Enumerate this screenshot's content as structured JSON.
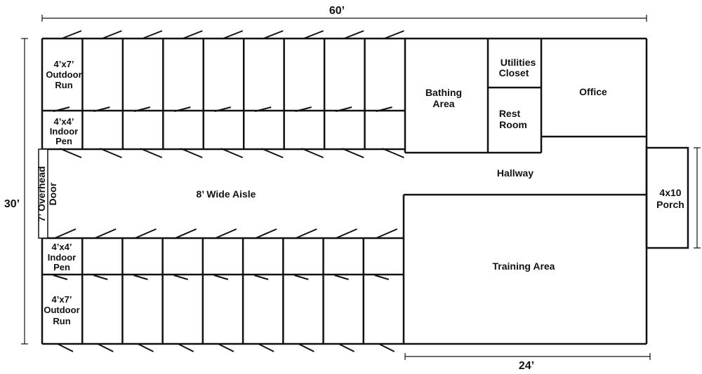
{
  "dimensions": {
    "width": "60’",
    "height": "30’",
    "training_width": "24’"
  },
  "kennels": {
    "count_per_row": 9,
    "outdoor_run": [
      "4’x7’",
      "Outdoor",
      "Run"
    ],
    "indoor_pen": [
      "4’x4’",
      "Indoor",
      "Pen"
    ]
  },
  "rooms": {
    "aisle": "8’ Wide Aisle",
    "door": [
      "7’ Overhead",
      "Door"
    ],
    "bathing": [
      "Bathing",
      "Area"
    ],
    "utilities": [
      "Utilities",
      "Closet"
    ],
    "rest_room": [
      "Rest",
      "Room"
    ],
    "office": "Office",
    "hallway": "Hallway",
    "training": "Training Area",
    "porch": [
      "4x10",
      "Porch"
    ]
  }
}
